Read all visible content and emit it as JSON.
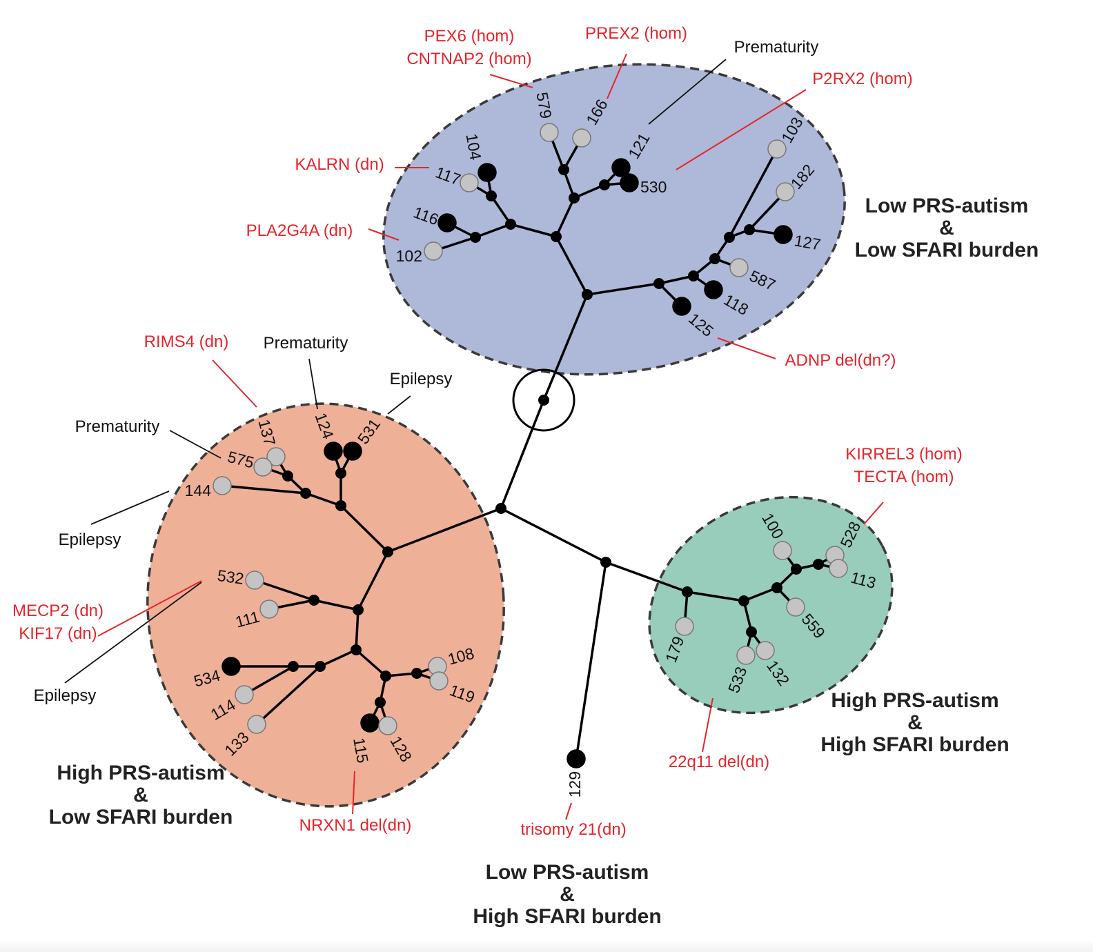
{
  "diagram": {
    "type": "unrooted-phylogenetic-tree",
    "colors": {
      "low_prs_low_sfari": "#aeb8d8",
      "high_prs_low_sfari": "#efb098",
      "high_prs_high_sfari": "#99cdbb",
      "annotation_red": "#e8242b",
      "node_filled": "#000000",
      "node_gray": "#c4c4c4"
    },
    "groups": [
      {
        "id": "low_prs_low_sfari",
        "title_lines": [
          "Low PRS-autism",
          "&",
          "Low SFARI burden"
        ]
      },
      {
        "id": "high_prs_low_sfari",
        "title_lines": [
          "High PRS-autism",
          "&",
          "Low SFARI burden"
        ]
      },
      {
        "id": "high_prs_high_sfari",
        "title_lines": [
          "High PRS-autism",
          "&",
          "High SFARI burden"
        ]
      },
      {
        "id": "low_prs_high_sfari",
        "title_lines": [
          "Low PRS-autism",
          "&",
          "High SFARI burden"
        ]
      }
    ],
    "leaves": [
      {
        "id": "579",
        "group": "low_prs_low_sfari",
        "fill": "gray"
      },
      {
        "id": "166",
        "group": "low_prs_low_sfari",
        "fill": "gray"
      },
      {
        "id": "121",
        "group": "low_prs_low_sfari",
        "fill": "black"
      },
      {
        "id": "530",
        "group": "low_prs_low_sfari",
        "fill": "black"
      },
      {
        "id": "104",
        "group": "low_prs_low_sfari",
        "fill": "black"
      },
      {
        "id": "117",
        "group": "low_prs_low_sfari",
        "fill": "gray"
      },
      {
        "id": "116",
        "group": "low_prs_low_sfari",
        "fill": "black"
      },
      {
        "id": "102",
        "group": "low_prs_low_sfari",
        "fill": "gray"
      },
      {
        "id": "103",
        "group": "low_prs_low_sfari",
        "fill": "gray"
      },
      {
        "id": "182",
        "group": "low_prs_low_sfari",
        "fill": "gray"
      },
      {
        "id": "127",
        "group": "low_prs_low_sfari",
        "fill": "black"
      },
      {
        "id": "587",
        "group": "low_prs_low_sfari",
        "fill": "gray"
      },
      {
        "id": "118",
        "group": "low_prs_low_sfari",
        "fill": "black"
      },
      {
        "id": "125",
        "group": "low_prs_low_sfari",
        "fill": "black"
      },
      {
        "id": "137",
        "group": "high_prs_low_sfari",
        "fill": "gray"
      },
      {
        "id": "575",
        "group": "high_prs_low_sfari",
        "fill": "gray"
      },
      {
        "id": "124",
        "group": "high_prs_low_sfari",
        "fill": "black"
      },
      {
        "id": "531",
        "group": "high_prs_low_sfari",
        "fill": "black"
      },
      {
        "id": "144",
        "group": "high_prs_low_sfari",
        "fill": "gray"
      },
      {
        "id": "532",
        "group": "high_prs_low_sfari",
        "fill": "gray"
      },
      {
        "id": "111",
        "group": "high_prs_low_sfari",
        "fill": "gray"
      },
      {
        "id": "534",
        "group": "high_prs_low_sfari",
        "fill": "black"
      },
      {
        "id": "114",
        "group": "high_prs_low_sfari",
        "fill": "gray"
      },
      {
        "id": "133",
        "group": "high_prs_low_sfari",
        "fill": "gray"
      },
      {
        "id": "108",
        "group": "high_prs_low_sfari",
        "fill": "gray"
      },
      {
        "id": "119",
        "group": "high_prs_low_sfari",
        "fill": "gray"
      },
      {
        "id": "115",
        "group": "high_prs_low_sfari",
        "fill": "black"
      },
      {
        "id": "128",
        "group": "high_prs_low_sfari",
        "fill": "gray"
      },
      {
        "id": "100",
        "group": "high_prs_high_sfari",
        "fill": "gray"
      },
      {
        "id": "528",
        "group": "high_prs_high_sfari",
        "fill": "gray"
      },
      {
        "id": "113",
        "group": "high_prs_high_sfari",
        "fill": "gray"
      },
      {
        "id": "559",
        "group": "high_prs_high_sfari",
        "fill": "gray"
      },
      {
        "id": "179",
        "group": "high_prs_high_sfari",
        "fill": "gray"
      },
      {
        "id": "533",
        "group": "high_prs_high_sfari",
        "fill": "gray"
      },
      {
        "id": "132",
        "group": "high_prs_high_sfari",
        "fill": "gray"
      },
      {
        "id": "129",
        "group": "low_prs_high_sfari",
        "fill": "black"
      }
    ],
    "annotations": [
      {
        "id": "pex6",
        "leaf": "579",
        "color": "red",
        "lines": [
          "PEX6 (hom)",
          "CNTNAP2 (hom)"
        ]
      },
      {
        "id": "prex2",
        "leaf": "166",
        "color": "red",
        "lines": [
          "PREX2 (hom)"
        ]
      },
      {
        "id": "prem121",
        "leaf": "121",
        "color": "black",
        "lines": [
          "Prematurity"
        ]
      },
      {
        "id": "p2rx2",
        "leaf": "530",
        "color": "red",
        "lines": [
          "P2RX2 (hom)"
        ]
      },
      {
        "id": "kalrn",
        "leaf": "117",
        "color": "red",
        "lines": [
          "KALRN (dn)"
        ]
      },
      {
        "id": "pla2g4a",
        "leaf": "102",
        "color": "red",
        "lines": [
          "PLA2G4A (dn)"
        ]
      },
      {
        "id": "adnp",
        "leaf": "125",
        "color": "red",
        "lines": [
          "ADNP del(dn?)"
        ]
      },
      {
        "id": "rims4",
        "leaf": "137",
        "color": "red",
        "lines": [
          "RIMS4 (dn)"
        ]
      },
      {
        "id": "prem124",
        "leaf": "124",
        "color": "black",
        "lines": [
          "Prematurity"
        ]
      },
      {
        "id": "epi531",
        "leaf": "531",
        "color": "black",
        "lines": [
          "Epilepsy"
        ]
      },
      {
        "id": "prem575",
        "leaf": "575",
        "color": "black",
        "lines": [
          "Prematurity"
        ]
      },
      {
        "id": "epi144",
        "leaf": "144",
        "color": "black",
        "lines": [
          "Epilepsy"
        ]
      },
      {
        "id": "mecp2",
        "leaf": "532",
        "color": "red",
        "lines": [
          "MECP2 (dn)",
          "KIF17 (dn)"
        ]
      },
      {
        "id": "epi532",
        "leaf": "532",
        "color": "black",
        "lines": [
          "Epilepsy"
        ]
      },
      {
        "id": "nrxn1",
        "leaf": "115",
        "color": "red",
        "lines": [
          "NRXN1 del(dn)"
        ]
      },
      {
        "id": "kirrel3",
        "leaf": "528",
        "color": "red",
        "lines": [
          "KIRREL3 (hom)",
          "TECTA (hom)"
        ]
      },
      {
        "id": "del22q11",
        "leaf": "533",
        "color": "red",
        "lines": [
          "22q11 del(dn)"
        ]
      },
      {
        "id": "trisomy21",
        "leaf": "129",
        "color": "red",
        "lines": [
          "trisomy 21(dn)"
        ]
      }
    ]
  }
}
